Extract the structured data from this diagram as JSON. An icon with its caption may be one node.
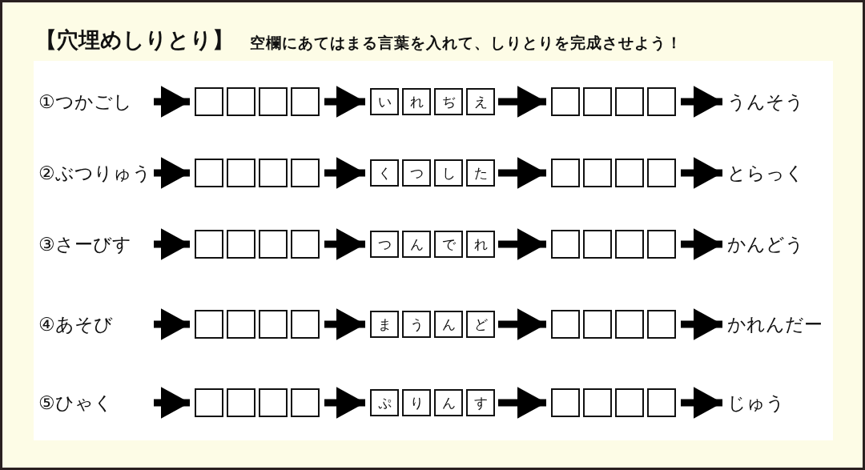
{
  "diagram": {
    "title": "【穴埋めしりとり】",
    "nodes": [
      {
        "text": [
          "①つかごし"
        ]
      },
      {
        "text": [],
        "shape": "box"
      },
      {
        "text": [
          "い",
          "れ",
          "ぢ",
          "え"
        ]
      },
      {
        "text": [],
        "shape": "box"
      },
      {
        "text": [
          "うんそう"
        ]
      },
      {
        "text": [
          "②ぶつりゅう"
        ]
      },
      {
        "text": [],
        "shape": "box"
      },
      {
        "text": [
          "く",
          "つ",
          "し",
          "た"
        ]
      },
      {
        "text": [],
        "shape": "box"
      },
      {
        "text": [
          "とらっく"
        ]
      },
      {
        "text": [
          "③さーびす"
        ]
      },
      {
        "text": [],
        "shape": "box"
      },
      {
        "text": [
          "つ",
          "ん",
          "で",
          "れ"
        ]
      },
      {
        "text": [],
        "shape": "box"
      },
      {
        "text": [
          "かんどう"
        ]
      },
      {
        "text": [
          "④あそび"
        ]
      },
      {
        "text": [],
        "shape": "box"
      },
      {
        "text": [
          "ま",
          "う",
          "ん",
          "ど"
        ]
      },
      {
        "text": [],
        "shape": "box"
      },
      {
        "text": [
          "かれんだー"
        ]
      },
      {
        "text": [
          "⑤ひゃく"
        ]
      },
      {
        "text": [],
        "shape": "box"
      },
      {
        "text": [
          "ぷ",
          "り",
          "ん",
          "す"
        ]
      },
      {
        "text": [],
        "shape": "box"
      },
      {
        "text": [
          "じゅう"
        ]
      }
    ],
    "edges": [
      {
        "from": 0,
        "to": 1,
        "arrow": "to"
      },
      {
        "from": 1,
        "to": 2,
        "arrow": "to"
      },
      {
        "from": 2,
        "to": 3,
        "arrow": "to"
      },
      {
        "from": 3,
        "to": 4,
        "arrow": "to"
      },
      {
        "from": 5,
        "to": 6,
        "arrow": "to"
      },
      {
        "from": 6,
        "to": 7,
        "arrow": "to"
      },
      {
        "from": 7,
        "to": 8,
        "arrow": "to"
      },
      {
        "from": 8,
        "to": 9,
        "arrow": "to"
      },
      {
        "from": 10,
        "to": 11,
        "arrow": "to"
      },
      {
        "from": 11,
        "to": 12,
        "arrow": "to"
      },
      {
        "from": 12,
        "to": 13,
        "arrow": "to"
      },
      {
        "from": 13,
        "to": 14,
        "arrow": "to"
      },
      {
        "from": 15,
        "to": 16,
        "arrow": "to"
      },
      {
        "from": 16,
        "to": 17,
        "arrow": "to"
      },
      {
        "from": 17,
        "to": 18,
        "arrow": "to"
      },
      {
        "from": 18,
        "to": 19,
        "arrow": "to"
      },
      {
        "from": 20,
        "to": 21,
        "arrow": "to"
      },
      {
        "from": 21,
        "to": 22,
        "arrow": "to"
      },
      {
        "from": 22,
        "to": 23,
        "arrow": "to"
      },
      {
        "from": 23,
        "to": 24,
        "arrow": "to"
      }
    ],
    "labels": [
      "空欄にあてはまる言葉を入れて、しりとりを完成させよう！"
    ]
  }
}
